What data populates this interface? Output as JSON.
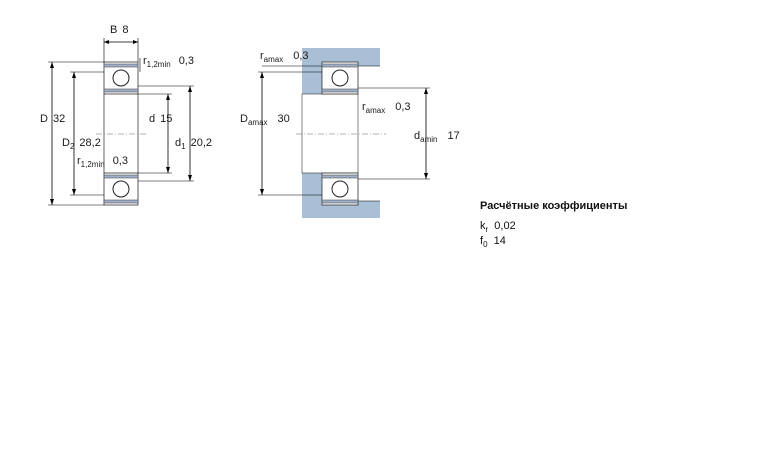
{
  "left_view": {
    "B": {
      "sym": "B",
      "val": "8"
    },
    "D": {
      "sym": "D",
      "val": "32"
    },
    "D2": {
      "sym": "D",
      "sub": "2",
      "val": "28,2"
    },
    "d": {
      "sym": "d",
      "val": "15"
    },
    "d1": {
      "sym": "d",
      "sub": "1",
      "val": "20,2"
    },
    "r_top": {
      "sym": "r",
      "sub": "1,2min",
      "val": "0,3"
    },
    "r_bottom": {
      "sym": "r",
      "sub": "1,2min",
      "val": "0,3"
    }
  },
  "right_view": {
    "ra_top": {
      "sym": "r",
      "sub": "amax",
      "val": "0,3"
    },
    "ra_mid": {
      "sym": "r",
      "sub": "amax",
      "val": "0,3"
    },
    "Da": {
      "sym": "D",
      "sub": "amax",
      "val": "30"
    },
    "da": {
      "sym": "d",
      "sub": "amin",
      "val": "17"
    }
  },
  "coefficients": {
    "title": "Расчётные коэффициенты",
    "kr": {
      "sym": "k",
      "sub": "r",
      "val": "0,02"
    },
    "f0": {
      "sym": "f",
      "sub": "0",
      "val": "14"
    }
  },
  "colors": {
    "housing": "#a9bfd6",
    "shield": "#9fb0c8"
  }
}
